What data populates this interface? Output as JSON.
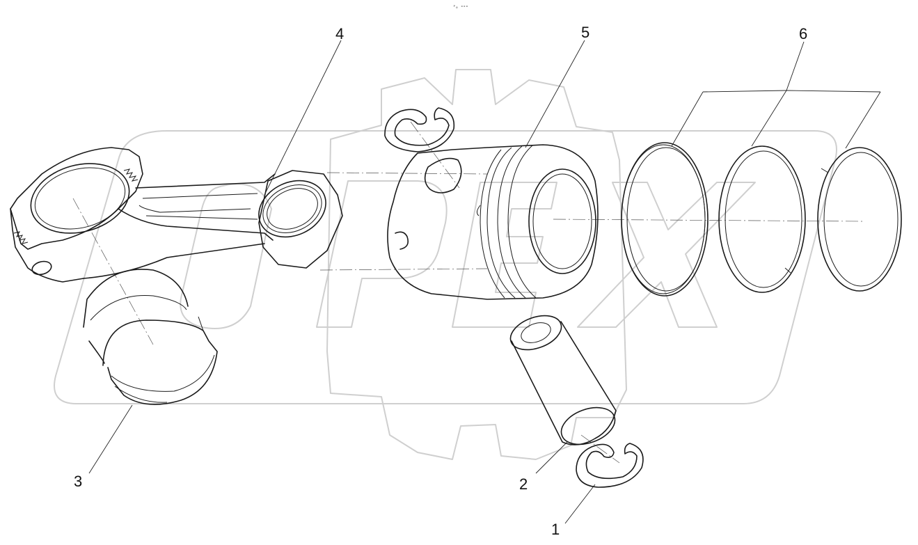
{
  "drawing": {
    "code": "ᴾ₀ ᵒᵒᵒ",
    "watermark": "OPEX",
    "callouts": [
      {
        "id": "1",
        "label": "1"
      },
      {
        "id": "2",
        "label": "2"
      },
      {
        "id": "3",
        "label": "3"
      },
      {
        "id": "4",
        "label": "4"
      },
      {
        "id": "5",
        "label": "5"
      },
      {
        "id": "6",
        "label": "6"
      }
    ]
  }
}
